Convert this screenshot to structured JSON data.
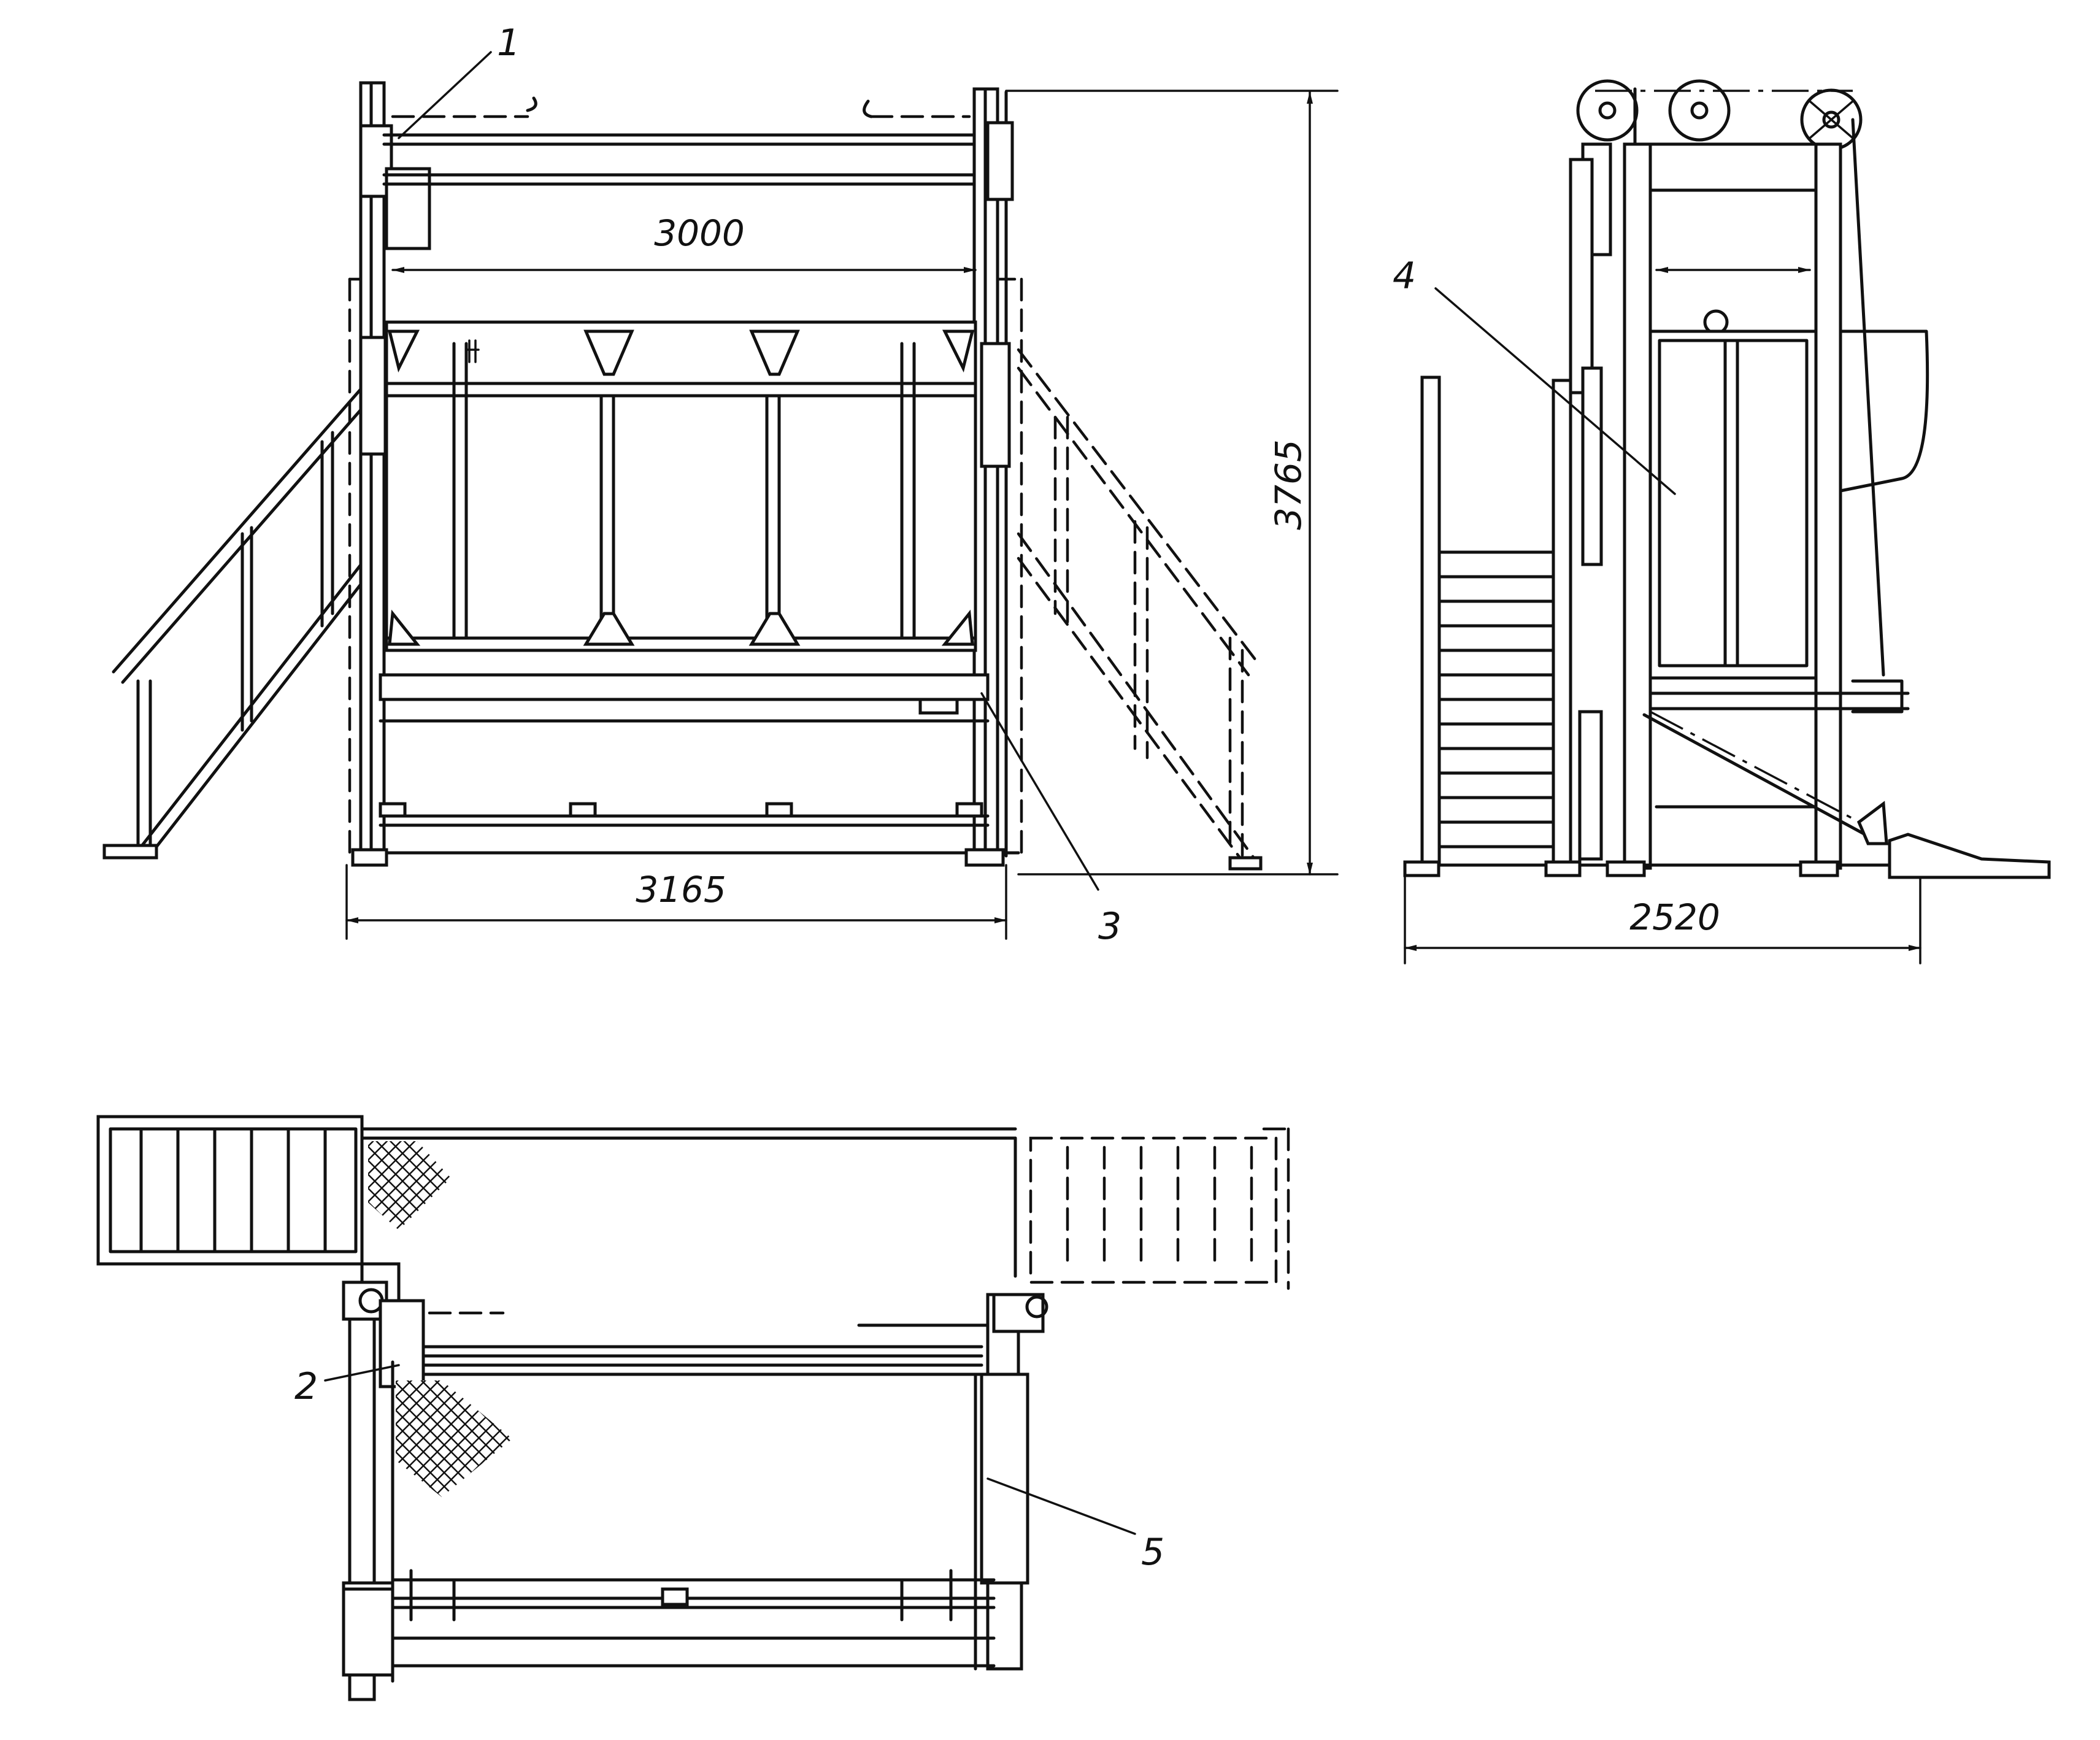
{
  "dimensions": {
    "front_span": "3000",
    "front_overall": "3165",
    "height": "3765",
    "side_width": "2520"
  },
  "callouts": [
    "1",
    "2",
    "3",
    "4",
    "5"
  ],
  "colors": {
    "line": "#111111",
    "background": "#ffffff"
  }
}
